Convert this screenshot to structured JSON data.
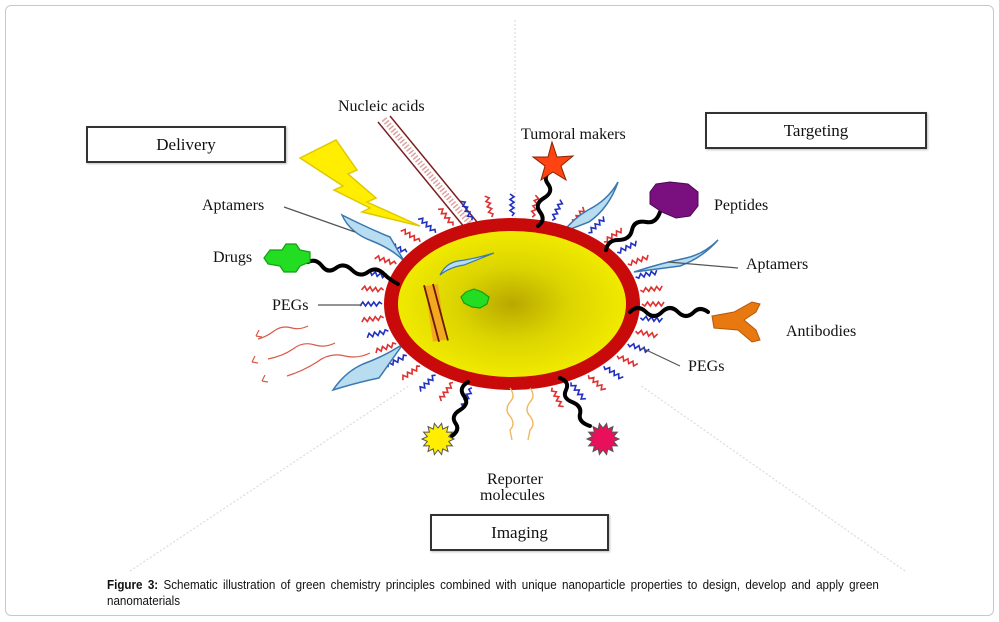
{
  "boxes": {
    "delivery": "Delivery",
    "targeting": "Targeting",
    "imaging": "Imaging"
  },
  "labels": {
    "nucleic_acids": "Nucleic acids",
    "tumoral_makers": "Tumoral makers",
    "peptides": "Peptides",
    "aptamers_left": "Aptamers",
    "aptamers_right": "Aptamers",
    "drugs": "Drugs",
    "pegs_left": "PEGs",
    "pegs_right": "PEGs",
    "antibodies": "Antibodies",
    "reporter_line1": "Reporter",
    "reporter_line2": "molecules"
  },
  "caption": {
    "figure_label": "Figure 3:",
    "text": " Schematic illustration of green chemistry principles combined with unique nanoparticle properties to design, develop and apply green nanomaterials"
  },
  "colors": {
    "core_yellow": "#f2ec00",
    "shell_red": "#c80a0a",
    "peg_red": "#e03030",
    "peg_blue": "#2030c0",
    "drug_green": "#22dd22",
    "star_orange": "#ff4411",
    "peptide_purple": "#7a1080",
    "antibody_orange": "#e87810",
    "reporter_yellow": "#ffee00",
    "reporter_pink": "#e8105a"
  }
}
